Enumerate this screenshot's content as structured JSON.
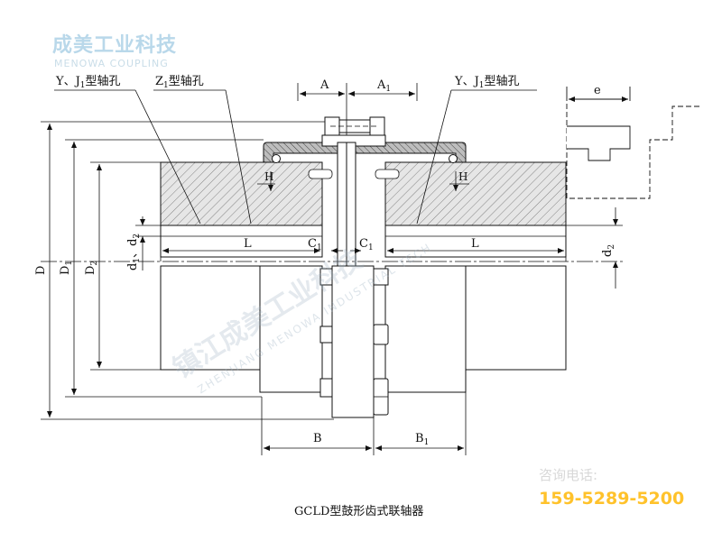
{
  "brand": {
    "name_cn": "成美工业科技",
    "name_en": "MENOWA COUPLING"
  },
  "watermark": {
    "cn": "镇江成美工业科技",
    "en": "ZHENJIANG MENOWA INDUSTRIAL TECH"
  },
  "labels": {
    "bore_left": "Y、J",
    "bore_left_sub": "1",
    "bore_left_suffix": "型轴孔",
    "bore_mid": "Z",
    "bore_mid_sub": "1",
    "bore_mid_suffix": "型轴孔",
    "bore_right": "Y、J",
    "bore_right_sub": "1",
    "bore_right_suffix": "型轴孔",
    "A": "A",
    "A1": "A",
    "A1_sub": "1",
    "e": "e",
    "H_left": "H",
    "H_right": "H",
    "L_left": "L",
    "L_right": "L",
    "C1_left": "C",
    "C1_left_sub": "1",
    "C1_right": "C",
    "C1_right_sub": "1",
    "D": "D",
    "D1": "D",
    "D1_sub": "1",
    "D2": "D",
    "D2_sub": "2",
    "d1d2": "d",
    "d1d2_sub1": "1",
    "d1d2_mid": "、d",
    "d1d2_sub2": "2",
    "d2_right": "d",
    "d2_right_sub": "2",
    "B": "B",
    "B1": "B",
    "B1_sub": "1"
  },
  "contact": {
    "label": "咨询电话:",
    "phone": "159-5289-5200"
  },
  "caption": "GCLD型鼓形齿式联轴器"
}
